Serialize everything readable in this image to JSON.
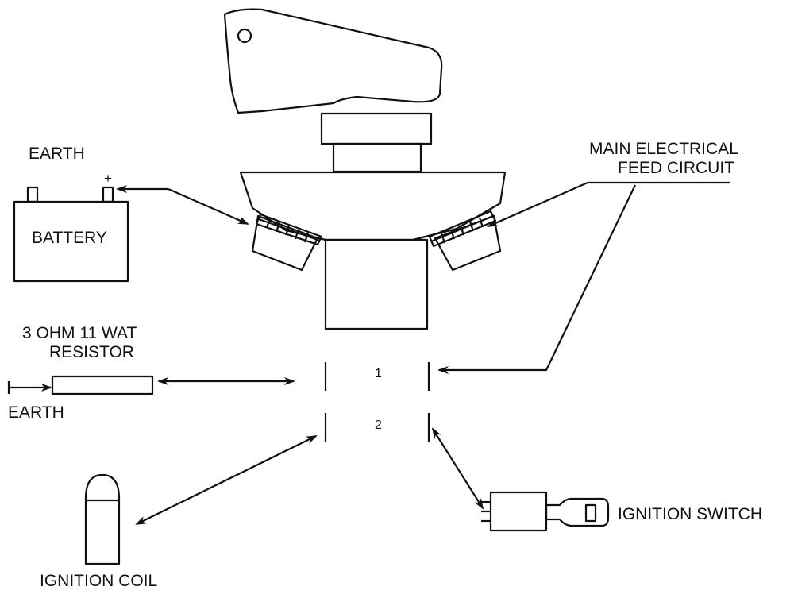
{
  "labels": {
    "earth_top": "EARTH",
    "battery": "BATTERY",
    "battery_plus": "+",
    "main_feed_line1": "MAIN ELECTRICAL",
    "main_feed_line2": "FEED CIRCUIT",
    "resistor_line1": "3 OHM 11 WAT",
    "resistor_line2": "RESISTOR",
    "earth_bottom": "EARTH",
    "ignition_coil": "IGNITION COIL",
    "ignition_switch": "IGNITION SWITCH",
    "terminal_1": "1",
    "terminal_2": "2"
  },
  "colors": {
    "ink": "#111111",
    "background": "#ffffff"
  }
}
